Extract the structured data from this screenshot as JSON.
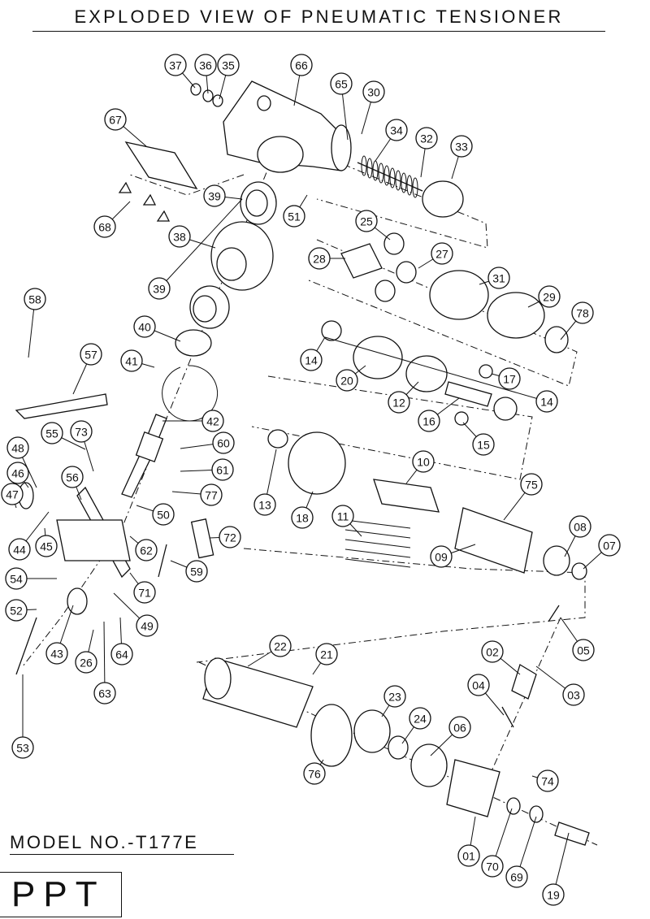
{
  "title": "EXPLODED VIEW OF PNEUMATIC TENSIONER",
  "model": "MODEL NO.-T177E",
  "brand": "PPT",
  "part_numbers": [
    "01",
    "02",
    "03",
    "04",
    "05",
    "06",
    "07",
    "08",
    "09",
    "10",
    "11",
    "12",
    "13",
    "14",
    "15",
    "16",
    "17",
    "18",
    "19",
    "20",
    "21",
    "22",
    "23",
    "24",
    "25",
    "26",
    "27",
    "28",
    "29",
    "30",
    "31",
    "32",
    "33",
    "34",
    "35",
    "36",
    "37",
    "38",
    "39",
    "40",
    "41",
    "42",
    "43",
    "44",
    "45",
    "46",
    "47",
    "48",
    "49",
    "50",
    "51",
    "52",
    "53",
    "54",
    "55",
    "56",
    "57",
    "58",
    "59",
    "60",
    "61",
    "62",
    "63",
    "64",
    "65",
    "66",
    "67",
    "68",
    "69",
    "70",
    "71",
    "72",
    "73",
    "74",
    "75",
    "76",
    "77",
    "78"
  ]
}
